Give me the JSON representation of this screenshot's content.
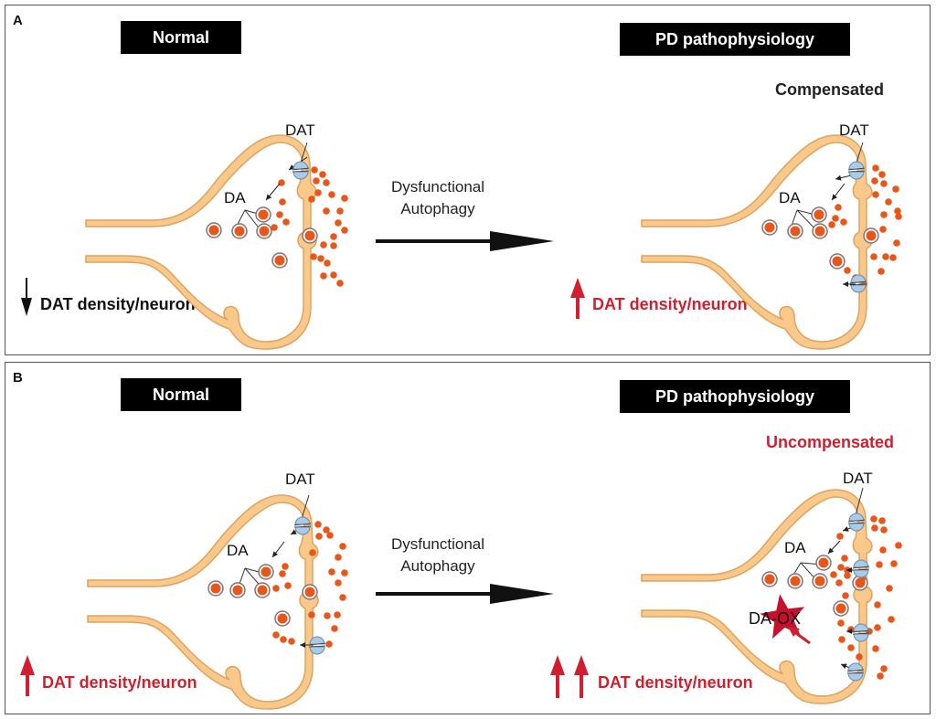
{
  "figure": {
    "colors": {
      "membrane_fill": "#f9c98c",
      "membrane_stroke": "#e0a25e",
      "dopamine": "#e8561a",
      "transporter": "#a9cbe8",
      "red_accent": "#d01f2e",
      "header_bg": "#000000"
    },
    "panels": [
      {
        "label": "A",
        "left_header": "Normal",
        "right_header": "PD pathophysiology",
        "status": "Compensated",
        "transition": [
          "Dysfunctional",
          "Autophagy"
        ],
        "left_density": {
          "direction": "down",
          "arrow_count": 1,
          "text": "DAT density/neuron"
        },
        "right_density": {
          "direction": "up",
          "arrow_count": 1,
          "text": "DAT density/neuron"
        },
        "left_labels": {
          "transporter": "DAT",
          "dopamine": "DA"
        },
        "right_labels": {
          "transporter": "DAT",
          "dopamine": "DA"
        }
      },
      {
        "label": "B",
        "left_header": "Normal",
        "right_header": "PD pathophysiology",
        "status": "Uncompensated",
        "transition": [
          "Dysfunctional",
          "Autophagy"
        ],
        "left_density": {
          "direction": "up",
          "arrow_count": 1,
          "text": "DAT density/neuron"
        },
        "right_density": {
          "direction": "up",
          "arrow_count": 2,
          "text": "DAT density/neuron"
        },
        "left_labels": {
          "transporter": "DAT",
          "dopamine": "DA"
        },
        "right_labels": {
          "transporter": "DAT",
          "dopamine": "DA",
          "oxidized": "DA-OX"
        }
      }
    ]
  }
}
